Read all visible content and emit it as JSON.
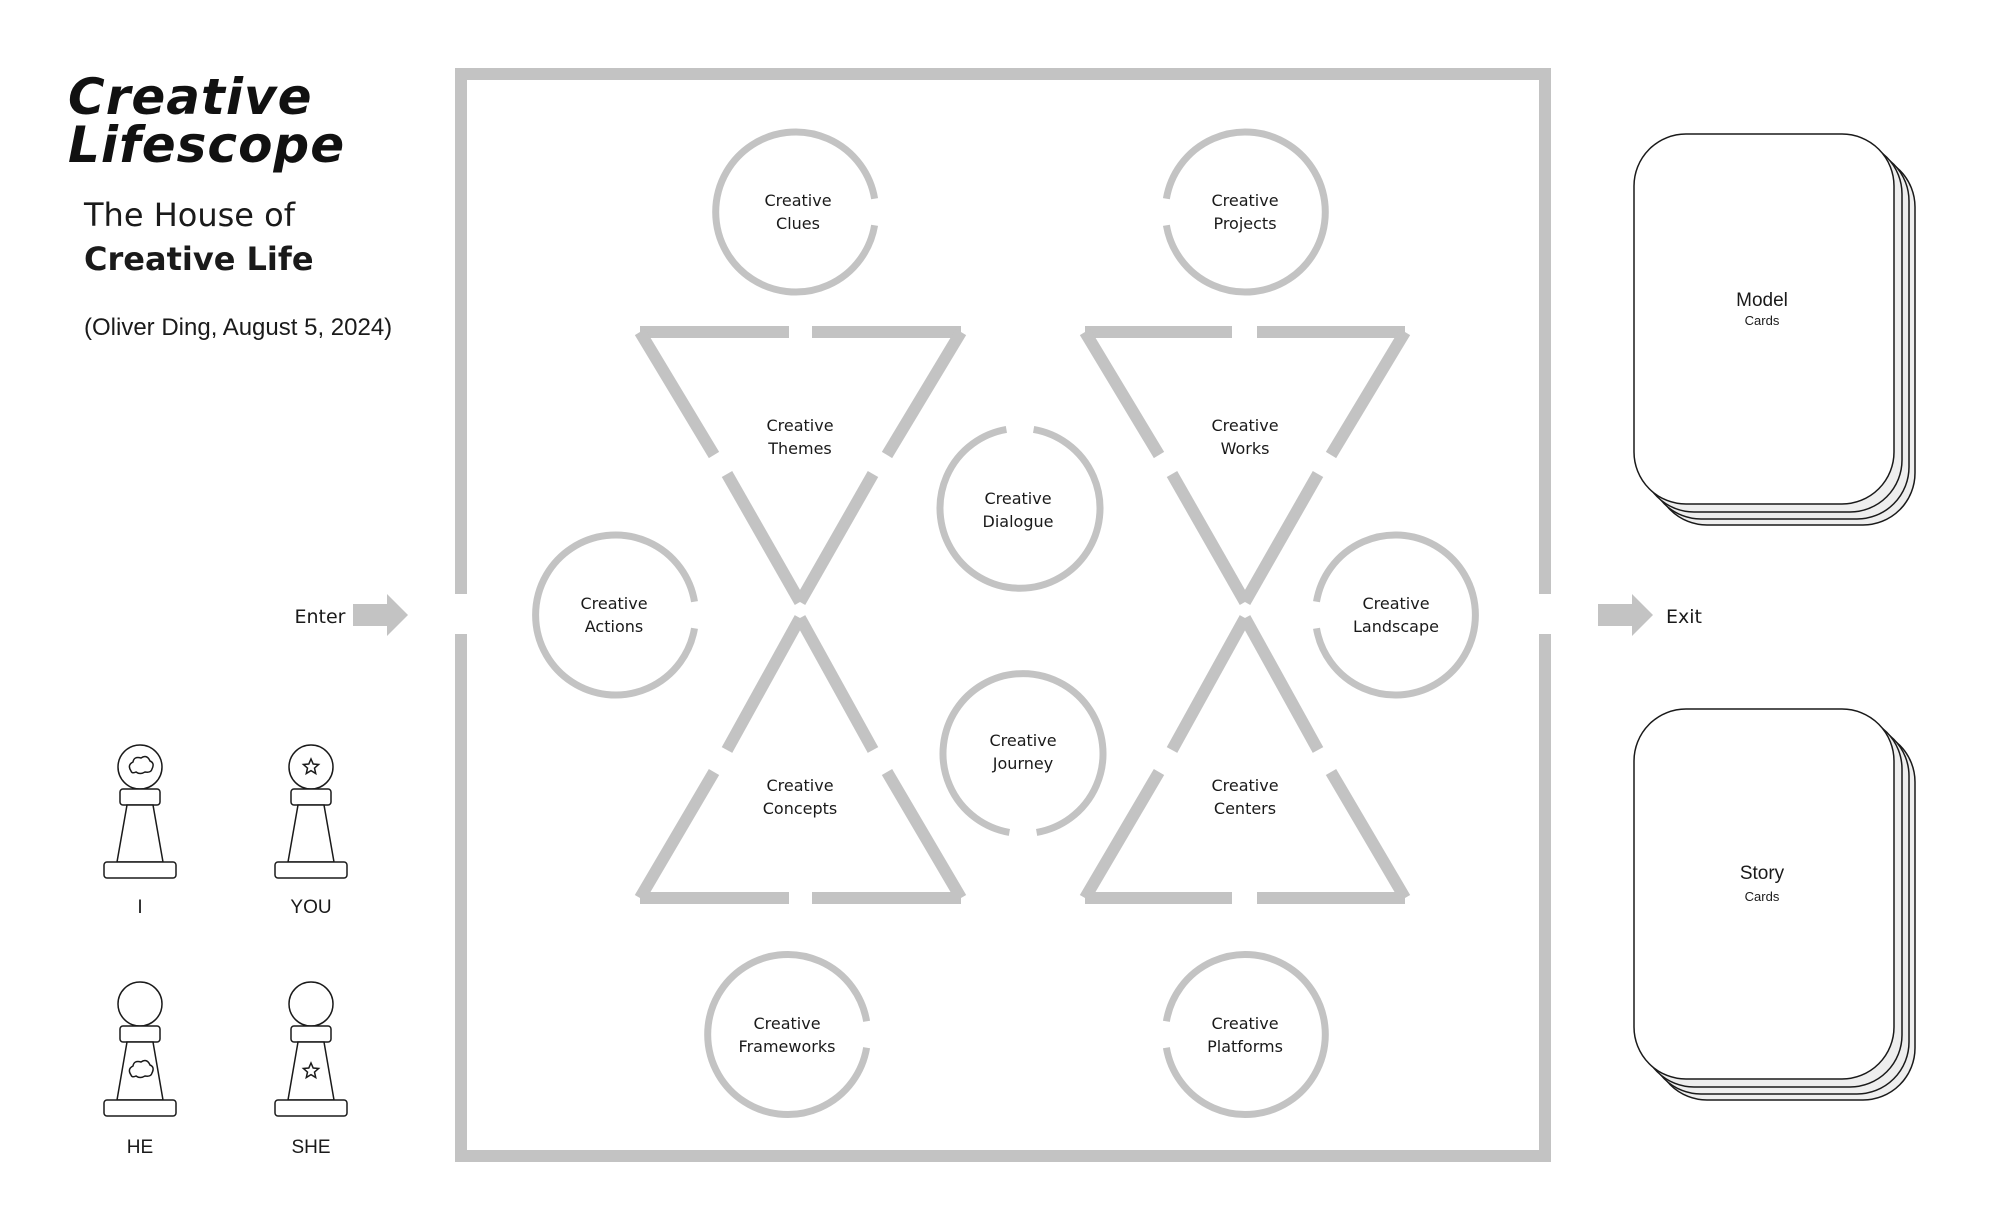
{
  "header": {
    "title_line1": "Creative",
    "title_line2": "Lifescope",
    "subtitle_line1": "The House of",
    "subtitle_line2": "Creative Life",
    "credit": "(Oliver Ding, August 5, 2024)"
  },
  "flow": {
    "enter_label": "Enter",
    "exit_label": "Exit"
  },
  "nodes": {
    "clues": {
      "line1": "Creative",
      "line2": "Clues"
    },
    "projects": {
      "line1": "Creative",
      "line2": "Projects"
    },
    "themes": {
      "line1": "Creative",
      "line2": "Themes"
    },
    "works": {
      "line1": "Creative",
      "line2": "Works"
    },
    "dialogue": {
      "line1": "Creative",
      "line2": "Dialogue"
    },
    "actions": {
      "line1": "Creative",
      "line2": "Actions"
    },
    "landscape": {
      "line1": "Creative",
      "line2": "Landscape"
    },
    "journey": {
      "line1": "Creative",
      "line2": "Journey"
    },
    "concepts": {
      "line1": "Creative",
      "line2": "Concepts"
    },
    "centers": {
      "line1": "Creative",
      "line2": "Centers"
    },
    "frameworks": {
      "line1": "Creative",
      "line2": "Frameworks"
    },
    "platforms": {
      "line1": "Creative",
      "line2": "Platforms"
    }
  },
  "pawns": [
    {
      "label": "I",
      "symbol": "cloud-icon"
    },
    {
      "label": "YOU",
      "symbol": "star-icon"
    },
    {
      "label": "HE",
      "symbol": "cloud-icon"
    },
    {
      "label": "SHE",
      "symbol": "star-icon"
    }
  ],
  "decks": {
    "model": {
      "title": "Model",
      "caption": "Cards"
    },
    "story": {
      "title": "Story",
      "caption": "Cards"
    }
  },
  "colors": {
    "structure": "#c3c3c3",
    "ink": "#1a1a1a",
    "card_fill": "#ffffff",
    "deck_shadow": "#eeeeee"
  }
}
